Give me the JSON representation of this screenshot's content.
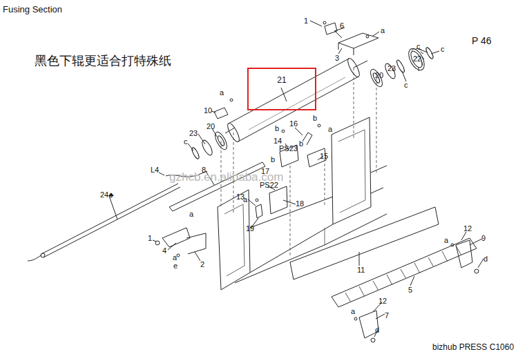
{
  "diagram": {
    "title": "Fusing Section",
    "nodes": [
      {
        "text": [
          "21"
        ]
      }
    ],
    "labels": [
      "P 46",
      "黑色下辊更适合打特殊纸",
      "1",
      "6",
      "a",
      "3",
      "c",
      "c",
      "22",
      "23",
      "20",
      "c",
      "a",
      "10",
      "23",
      "20",
      "c",
      "8",
      "L4",
      "24♣",
      "16",
      "b",
      "b",
      "a",
      "14",
      "PS23",
      "b",
      "15",
      "b",
      "17",
      "PS22",
      "13",
      "18",
      "a",
      "19",
      "1",
      "a",
      "4",
      "a",
      "e",
      "2",
      "11",
      "5",
      "12",
      "a",
      "9",
      "d",
      "12",
      "a",
      "7",
      "d",
      "gzhcb.en.alibaba.com",
      "bizhub PRESS C1060"
    ]
  }
}
